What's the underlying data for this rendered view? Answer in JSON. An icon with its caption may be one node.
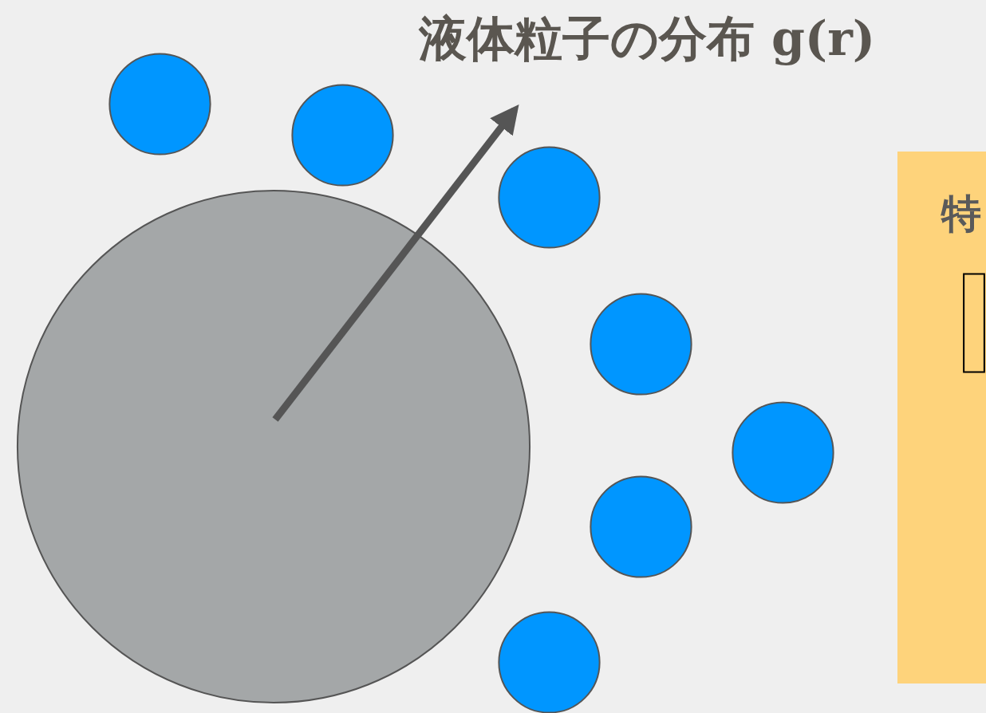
{
  "diagram": {
    "title": "液体粒子の分布 g(r)",
    "nodes": [
      {
        "text": [],
        "shape": "circle"
      },
      {
        "text": [],
        "shape": "circle"
      },
      {
        "text": [],
        "shape": "circle"
      },
      {
        "text": [],
        "shape": "circle"
      },
      {
        "text": [],
        "shape": "circle"
      },
      {
        "text": [],
        "shape": "circle"
      },
      {
        "text": [],
        "shape": "circle"
      },
      {
        "text": [],
        "shape": "circle"
      },
      {
        "text": [
          "特"
        ]
      },
      {
        "text": [],
        "shape": "box",
        "in": 8
      }
    ]
  }
}
